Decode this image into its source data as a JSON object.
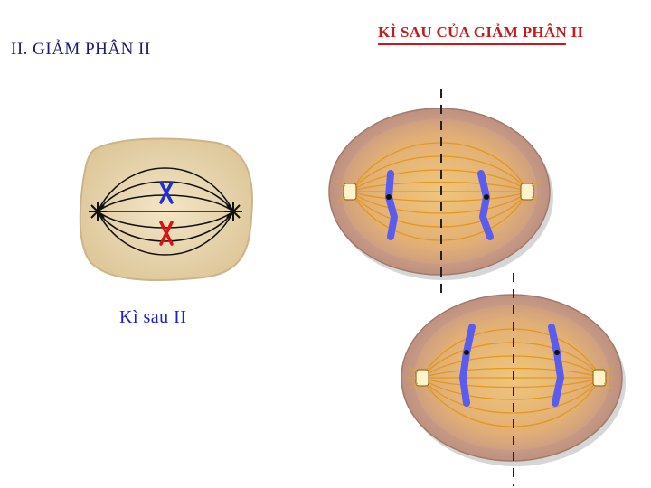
{
  "slide": {
    "title": "II. GIẢM PHÂN II"
  },
  "schematic": {
    "caption": "Kì sau II"
  },
  "illustration": {
    "title": "KÌ SAU CỦA GIẢM PHÂN II"
  },
  "colors": {
    "title_text": "#1a1a6e",
    "caption_text": "#1f1fd0",
    "illustration_title": "#c81a1a",
    "cell_outer": "#c6a089",
    "cell_inner": "#f0c070",
    "spindle": "#e3961c",
    "chromosome": "#5a5cf0",
    "schematic_cell": "#e8d6b0",
    "red_chromosome": "#e01010",
    "blue_chromosome": "#2030d0"
  }
}
